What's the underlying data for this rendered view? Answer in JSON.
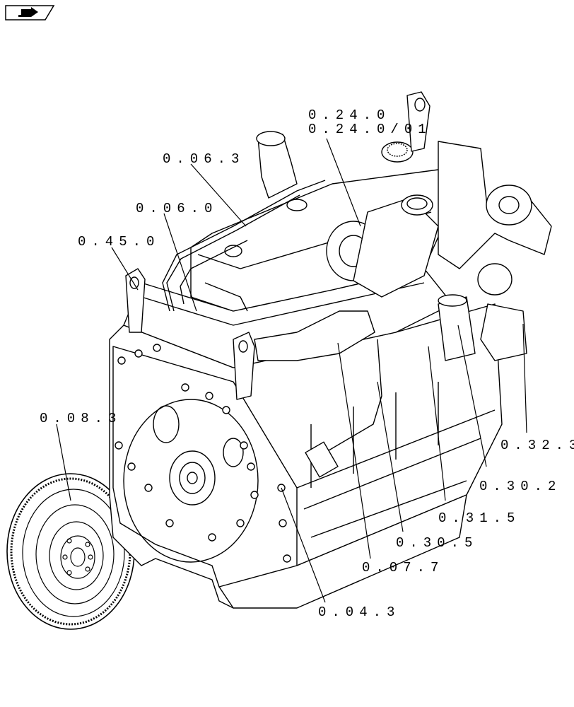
{
  "nav": {
    "icon": "back-arrow-icon"
  },
  "colors": {
    "line": "#000000",
    "background": "#ffffff"
  },
  "callouts": {
    "c_024_0": "0.24.0",
    "c_024_0_01": "0.24.0/01",
    "c_006_3": "0.06.3",
    "c_006_0": "0.06.0",
    "c_045_0": "0.45.0",
    "c_008_3": "0.08.3",
    "c_032_3": "0.32.3",
    "c_030_2": "0.30.2",
    "c_031_5": "0.31.5",
    "c_030_5": "0.30.5",
    "c_007_7": "0.07.7",
    "c_004_3": "0.04.3"
  }
}
